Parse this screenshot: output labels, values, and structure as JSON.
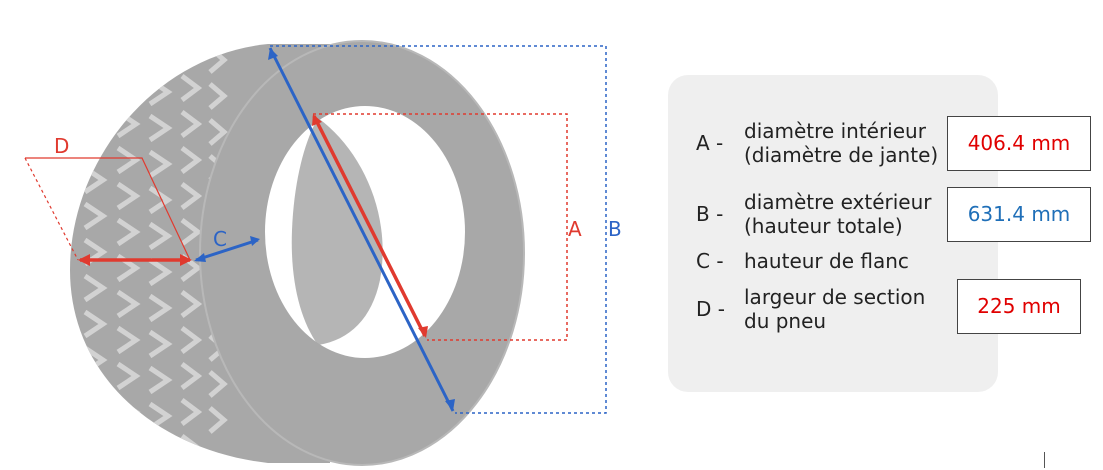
{
  "diagram": {
    "dimension_labels": {
      "a": "A",
      "b": "B",
      "c": "C",
      "d": "D"
    },
    "colors": {
      "a": "#e03a2f",
      "b": "#2c64c6",
      "c": "#2c64c6",
      "d": "#e03a2f",
      "tire": "#a8a8a8",
      "tread": "#c8c8c8"
    }
  },
  "legend": {
    "rows": [
      {
        "key": "A -",
        "line1": "diamètre intérieur",
        "line2": "(diamètre de jante)",
        "value": "406.4 mm",
        "value_color": "#e00000"
      },
      {
        "key": "B -",
        "line1": "diamètre extérieur",
        "line2": "(hauteur totale)",
        "value": "631.4 mm",
        "value_color": "#1f6fb8"
      },
      {
        "key": "C -",
        "line1": "hauteur de flanc",
        "line2": "",
        "value": "",
        "value_color": ""
      },
      {
        "key": "D -",
        "line1": "largeur de section",
        "line2": "du pneu",
        "value": "225 mm",
        "value_color": "#e00000"
      }
    ]
  }
}
